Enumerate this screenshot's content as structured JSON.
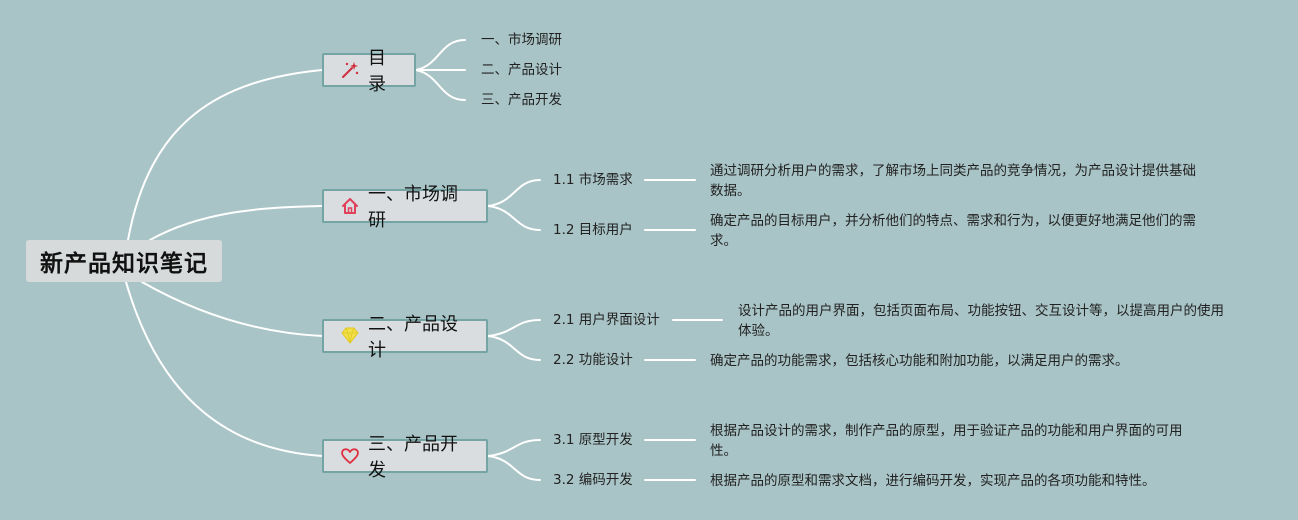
{
  "root": {
    "title": "新产品知识笔记"
  },
  "branches": [
    {
      "label": "目录",
      "icon": "magic-wand-icon"
    },
    {
      "label": "一、市场调研",
      "icon": "home-icon"
    },
    {
      "label": "二、产品设计",
      "icon": "lightbulb-icon"
    },
    {
      "label": "三、产品开发",
      "icon": "heart-icon"
    }
  ],
  "toc": [
    "一、市场调研",
    "二、产品设计",
    "三、产品开发"
  ],
  "topics": [
    {
      "label": "1.1 市场需求",
      "desc": "通过调研分析用户的需求，了解市场上同类产品的竞争情况，为产品设计提供基础数据。"
    },
    {
      "label": "1.2 目标用户",
      "desc": "确定产品的目标用户，并分析他们的特点、需求和行为，以便更好地满足他们的需求。"
    },
    {
      "label": "2.1 用户界面设计",
      "desc": "设计产品的用户界面，包括页面布局、功能按钮、交互设计等，以提高用户的使用体验。"
    },
    {
      "label": "2.2 功能设计",
      "desc": "确定产品的功能需求，包括核心功能和附加功能，以满足用户的需求。"
    },
    {
      "label": "3.1 原型开发",
      "desc": "根据产品设计的需求，制作产品的原型，用于验证产品的功能和用户界面的可用性。"
    },
    {
      "label": "3.2 编码开发",
      "desc": "根据产品的原型和需求文档，进行编码开发，实现产品的各项功能和特性。"
    }
  ],
  "colors": {
    "background": "#a9c4c6",
    "line": "#ffffff",
    "border": "#74a4a4",
    "home": "#e0405a",
    "bulb": "#f2e04a",
    "heart": "#e03040"
  }
}
